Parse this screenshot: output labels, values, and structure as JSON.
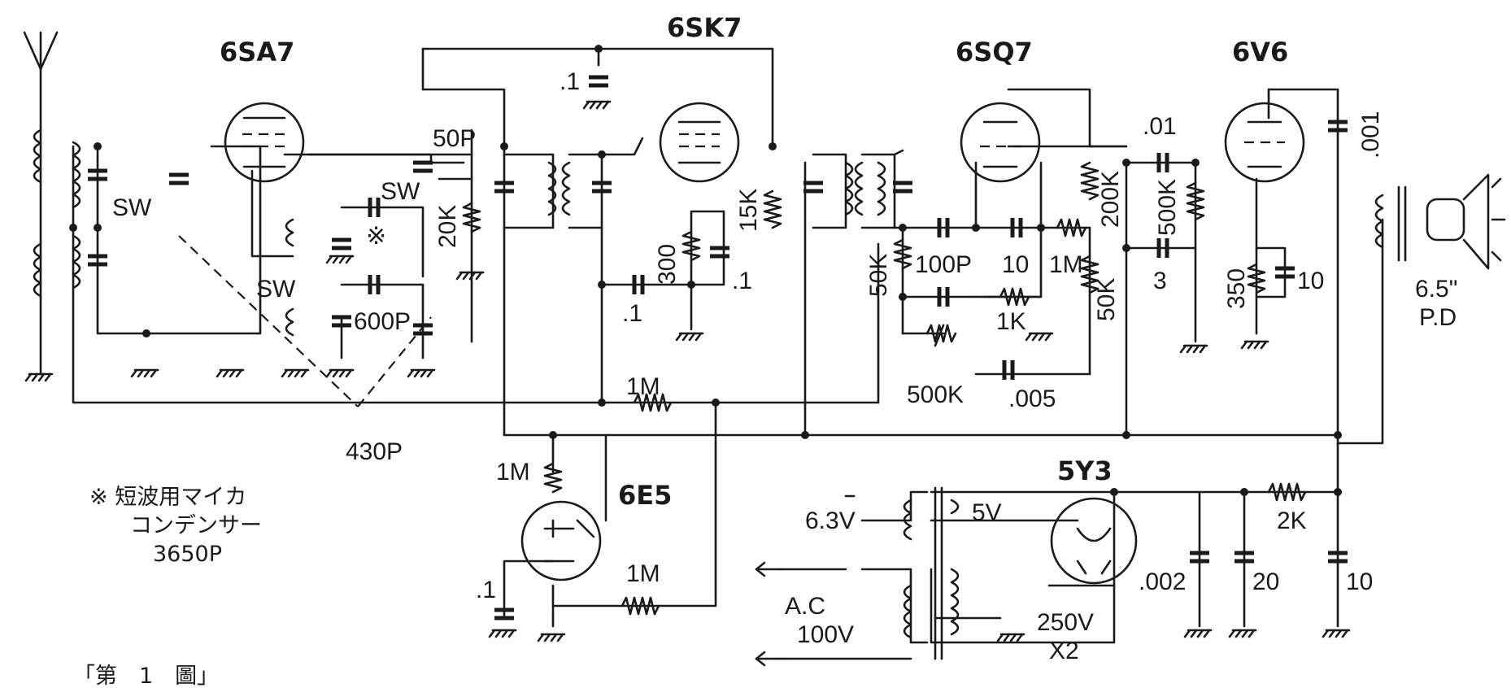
{
  "tubes": {
    "mixer": "6SA7",
    "if_amp": "6SK7",
    "detector": "6SQ7",
    "output": "6V6",
    "tuning_eye": "6E5",
    "rectifier": "5Y3"
  },
  "labels": {
    "c_01_top": ".1",
    "c_50p": "50P",
    "sw_1": "SW",
    "sw_2": "SW",
    "sw_3": "SW",
    "asterisk": "※",
    "r_20k": "20K",
    "c_600p": "600P",
    "c_430p": "430P",
    "r_300": "300",
    "c_01_cath": ".1",
    "c_01_grid": ".1",
    "r_15k": "15K",
    "r_1m_avc": "1M",
    "c_01_out": ".01",
    "r_200k": "200K",
    "r_500k_grid": "500K",
    "r_50k_a": "50K",
    "r_50k_b": "50K",
    "c_100p": "100P",
    "c_10_det": "10",
    "r_1m_det": "1M",
    "r_1k": "1K",
    "vr_500k": "500K",
    "c_005": ".005",
    "c_3": "3",
    "r_350": "350",
    "c_10_cath": "10",
    "c_001": ".001",
    "speaker": "6.5\"",
    "speaker_type": "P.D",
    "r_1m_eye": "1M",
    "r_1m_eye2": "1M",
    "c_01_eye": ".1",
    "v_heater": "6.3V",
    "v_fil": "5V",
    "ac": "A.C",
    "ac_v": "100V",
    "v_hv": "250V",
    "v_hv2": "X2",
    "c_002": ".002",
    "r_2k": "2K",
    "c_20": "20",
    "c_10_filt": "10"
  },
  "note": {
    "line1": "※ 短波用マイカ",
    "line2": "コンデンサー",
    "line3": "3650P"
  },
  "caption": "「第　1　圖」"
}
